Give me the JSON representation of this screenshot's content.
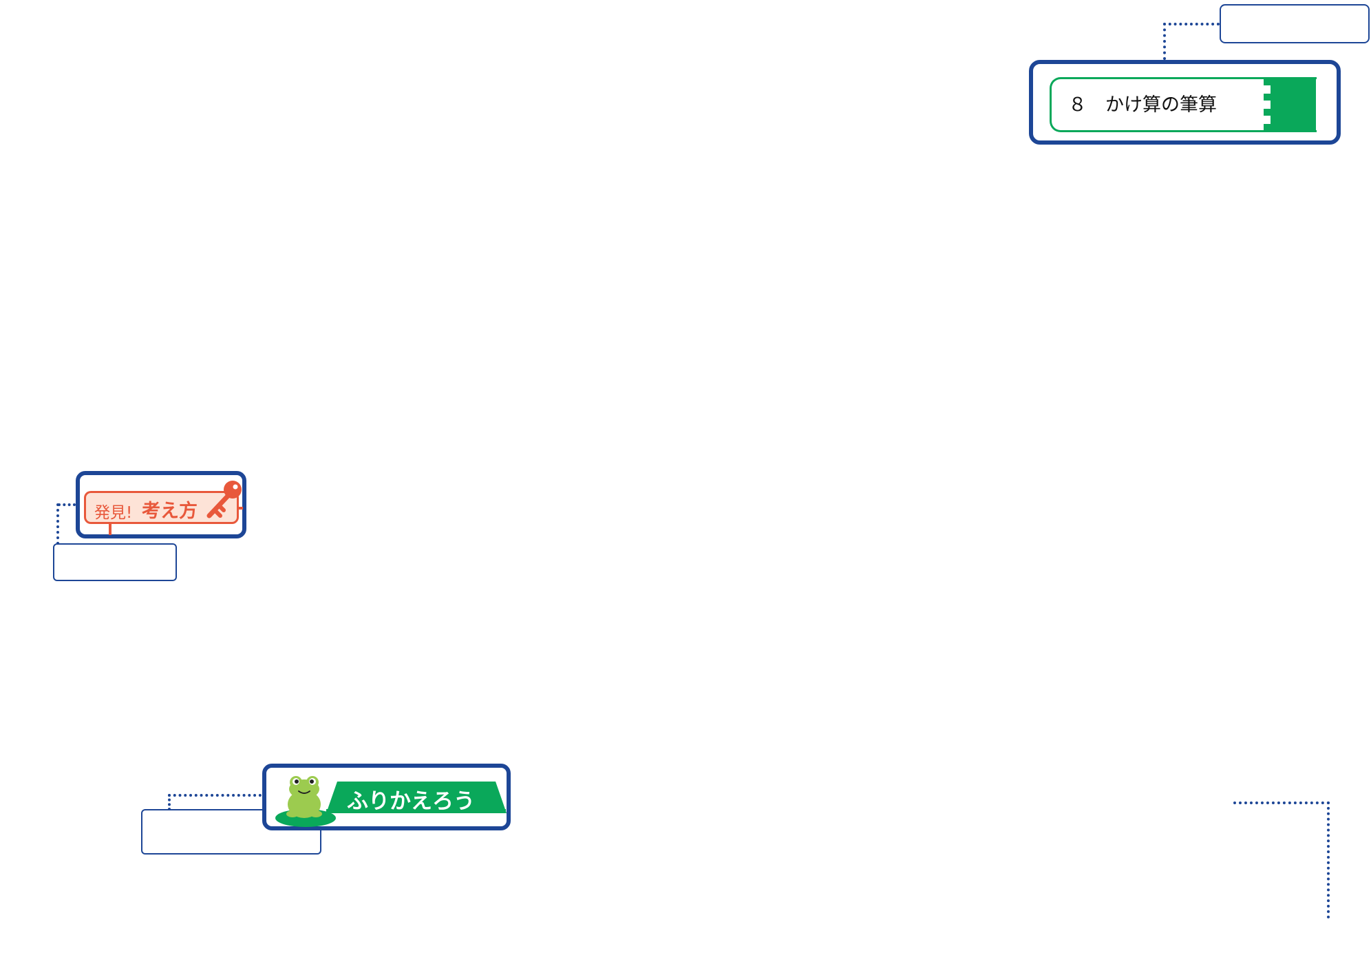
{
  "chapter": {
    "title": "８　かけ算の筆算"
  },
  "discovery": {
    "prefix": "発見!",
    "label": "考え方"
  },
  "review": {
    "label": "ふりかえろう"
  },
  "colors": {
    "frame": "#1d4696",
    "green": "#0aa85a",
    "orange": "#e8583b",
    "peach": "#fde3d7",
    "frog": "#9ccb4f",
    "lily_pad": "#0aa85a"
  },
  "icons": [
    "key-icon",
    "frog-icon"
  ]
}
